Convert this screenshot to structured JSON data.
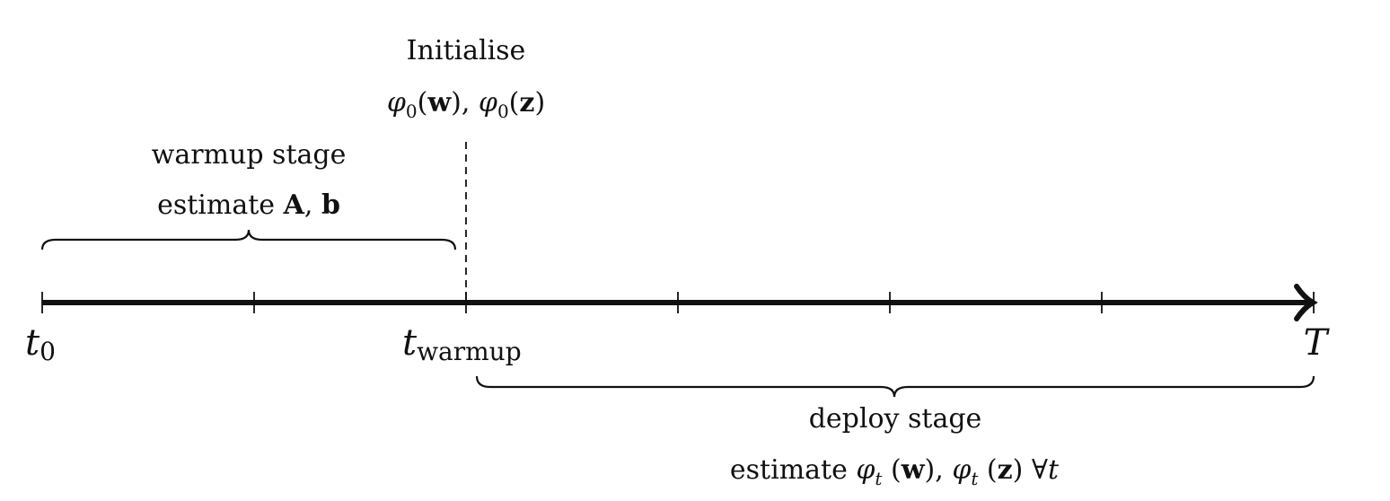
{
  "initialise": {
    "title": "Initialise",
    "phi": "φ",
    "phi_sub": "0",
    "w": "w",
    "varphi": "φ",
    "varphi_sub": "0",
    "z": "z"
  },
  "warmup": {
    "title": "warmup stage",
    "estimate": "estimate",
    "A": "A",
    "b": "b"
  },
  "deploy": {
    "title": "deploy stage",
    "estimate": "estimate",
    "phi": "φ",
    "phi_sub": "t",
    "w": "w",
    "varphi": "φ",
    "varphi_sub": "t",
    "z": "z",
    "forall": "∀",
    "t": "t"
  },
  "axis": {
    "t0_main": "t",
    "t0_sub": "0",
    "twarmup_main": "t",
    "twarmup_sub": "warmup",
    "T": "T"
  }
}
